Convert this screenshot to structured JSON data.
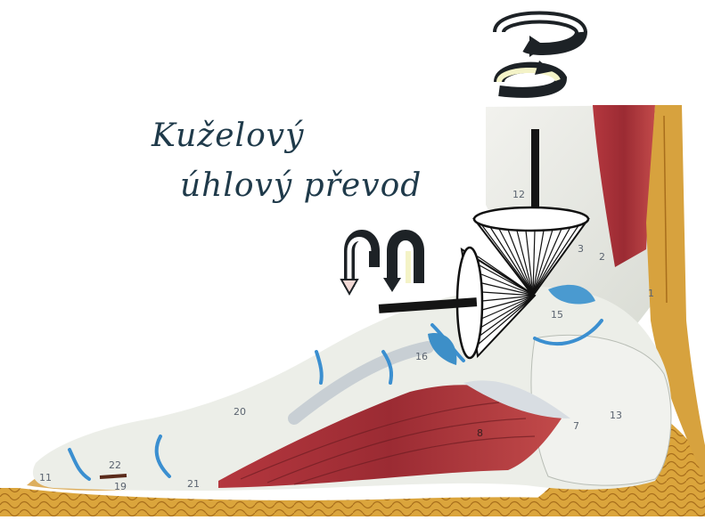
{
  "caption": {
    "line1": "Kuželový",
    "line2": "úhlový převod"
  },
  "numbers": {
    "n12": "12",
    "n3": "3",
    "n2": "2",
    "n15": "15",
    "n16": "16",
    "n20": "20",
    "n22": "22",
    "n21": "21",
    "n8": "8",
    "n13": "13",
    "n7": "7",
    "n19": "19",
    "n11": "11",
    "n1": "1"
  },
  "colors": {
    "bone": "#e8e9e2",
    "cartilage": "#3d8fc8",
    "muscle": "#a8323a",
    "fat": "#d9a23a",
    "fat_dark": "#b97a1e",
    "arrow_dark": "#1d2226",
    "arrow_light": "#f4f3c7"
  }
}
